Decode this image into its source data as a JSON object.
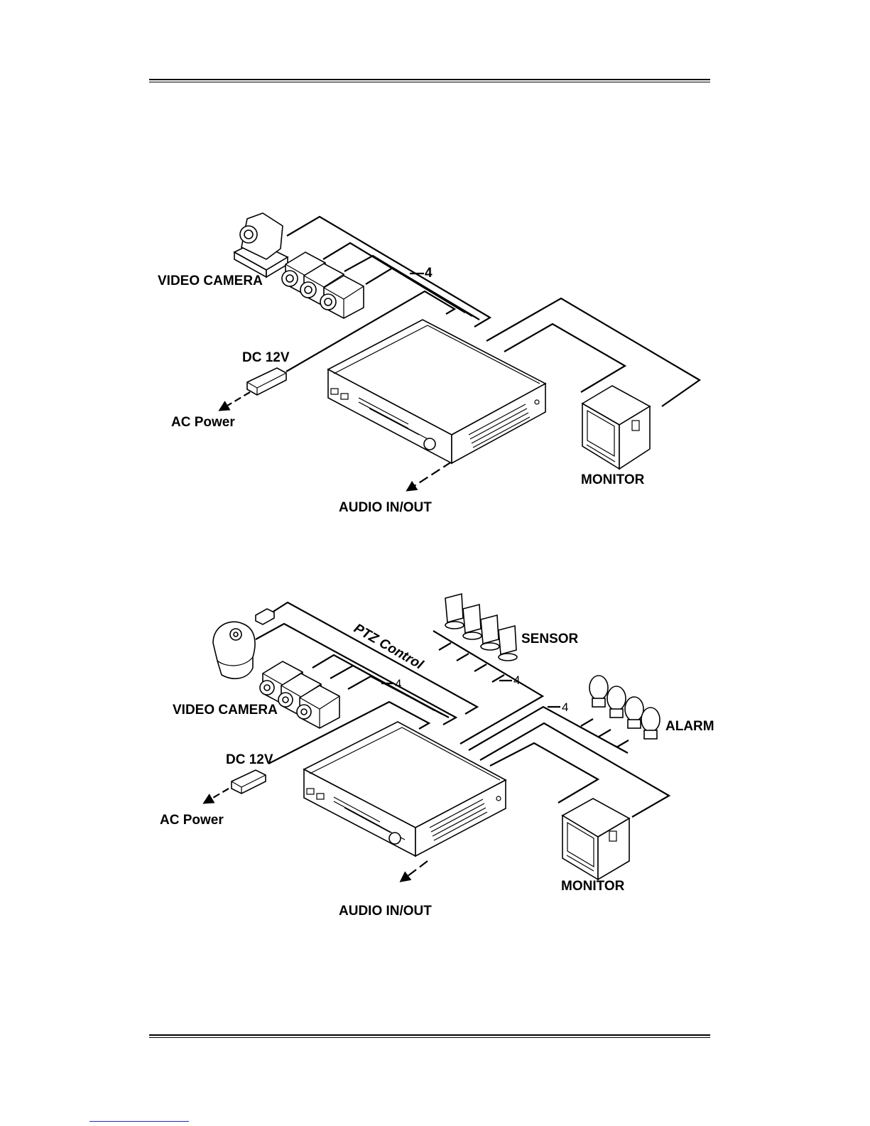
{
  "diagram_top": {
    "labels": {
      "video_camera": "VIDEO CAMERA",
      "dc12v": "DC 12V",
      "ac_power": "AC Power",
      "monitor": "MONITOR",
      "audio": "AUDIO IN/OUT",
      "count4": "4"
    }
  },
  "diagram_bottom": {
    "labels": {
      "video_camera": "VIDEO CAMERA",
      "dc12v": "DC 12V",
      "ac_power": "AC Power",
      "monitor": "MONITOR",
      "audio": "AUDIO IN/OUT",
      "sensor": "SENSOR",
      "alarm": "ALARM",
      "ptz": "PTZ Control",
      "count4_cam": "4",
      "count4_sensor": "4",
      "count4_alarm": "4"
    }
  }
}
